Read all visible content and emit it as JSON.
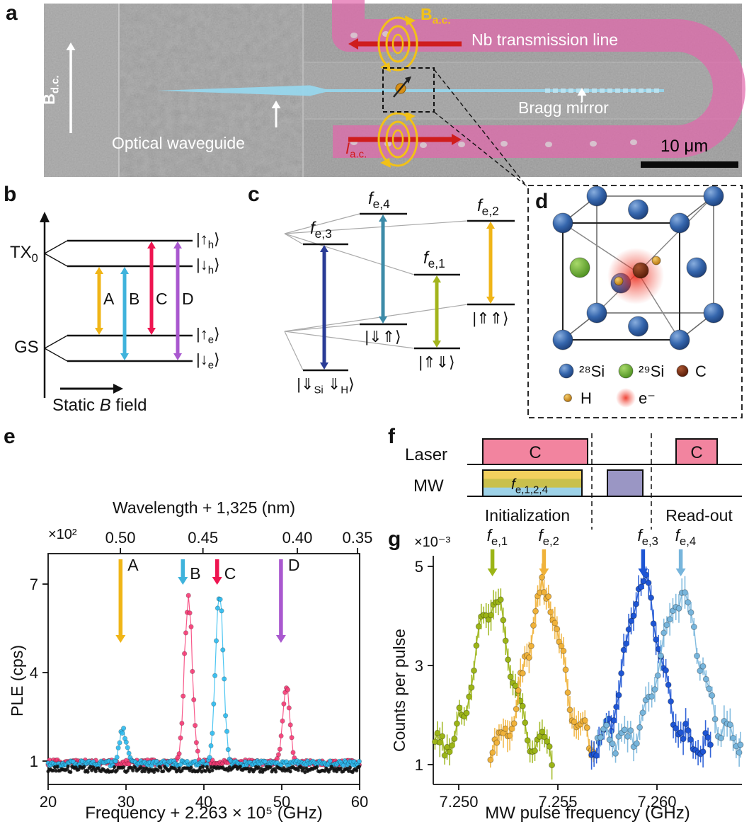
{
  "panels": {
    "a": "a",
    "b": "b",
    "c": "c",
    "d": "d",
    "e": "e",
    "f": "f",
    "g": "g"
  },
  "panel_a": {
    "b_dc": {
      "main": "B",
      "sub": "d.c."
    },
    "b_ac": {
      "main": "B",
      "sub": "a.c."
    },
    "i_ac": {
      "main": "I",
      "sub": "a.c."
    },
    "nb_line": "Nb transmission line",
    "bragg_mirror": "Bragg mirror",
    "optical_waveguide": "Optical waveguide",
    "scale_bar": "10 μm",
    "colors": {
      "transmission_line": "#e268ac",
      "waveguide": "#97d6ec",
      "arrow_red": "#cf1d1d",
      "loop_yellow": "#f2c117"
    }
  },
  "panel_b": {
    "tx0": {
      "main": "TX",
      "sub": "0"
    },
    "gs": "GS",
    "static_field": {
      "pre": "Static ",
      "b": "B",
      "post": " field"
    },
    "kets": {
      "up_h": {
        "pre": "|↑",
        "sub": "h",
        "post": "⟩"
      },
      "down_h": {
        "pre": "|↓",
        "sub": "h",
        "post": "⟩"
      },
      "up_e": {
        "pre": "|↑",
        "sub": "e",
        "post": "⟩"
      },
      "down_e": {
        "pre": "|↓",
        "sub": "e",
        "post": "⟩"
      }
    },
    "transitions": [
      {
        "label": "A",
        "color": "#f0b517"
      },
      {
        "label": "B",
        "color": "#3fb3dc"
      },
      {
        "label": "C",
        "color": "#ee1450"
      },
      {
        "label": "D",
        "color": "#a958cf"
      }
    ]
  },
  "panel_c": {
    "transitions": [
      {
        "label_main": "f",
        "label_sub": "e,3",
        "color": "#2a3c96"
      },
      {
        "label_main": "f",
        "label_sub": "e,4",
        "color": "#3d8ba8"
      },
      {
        "label_main": "f",
        "label_sub": "e,1",
        "color": "#a3b41c"
      },
      {
        "label_main": "f",
        "label_sub": "e,2",
        "color": "#f0b517"
      }
    ],
    "kets": [
      {
        "parts": [
          {
            "t": "|⇓"
          },
          {
            "t": "Si",
            "sub": true
          },
          {
            "t": " ⇓"
          },
          {
            "t": "H",
            "sub": true
          },
          {
            "t": "⟩"
          }
        ]
      },
      {
        "parts": [
          {
            "t": "|⇓⇑⟩"
          }
        ]
      },
      {
        "parts": [
          {
            "t": "|⇑⇓⟩"
          }
        ]
      },
      {
        "parts": [
          {
            "t": "|⇑⇑⟩"
          }
        ]
      }
    ]
  },
  "panel_d": {
    "legend": [
      {
        "label": "²⁸Si",
        "kind": "si-blue"
      },
      {
        "label": "²⁹Si",
        "kind": "si-green"
      },
      {
        "label": "C",
        "kind": "carbon"
      },
      {
        "label": "H",
        "kind": "hydrogen"
      },
      {
        "label": "e⁻",
        "kind": "electron-glow"
      }
    ]
  },
  "panel_f": {
    "rows": {
      "laser": "Laser",
      "mw": "MW"
    },
    "laser_pulse_label": "C",
    "mw_pulse_label": {
      "main": "f",
      "sub": "e,1,2,4"
    },
    "phases": {
      "init": "Initialization",
      "readout": "Read-out"
    },
    "colors": {
      "laser": "#f2849f",
      "mw_stripes": [
        "#f2d05e",
        "#c9c04c",
        "#9dd2e8"
      ],
      "mw_pulse2": "#9a96c4"
    }
  },
  "chart_data": [
    {
      "id": "ple-spectrum",
      "type": "scatter",
      "xlabel": "Frequency + 2.263 × 10⁵ (GHz)",
      "ylabel": "PLE (cps)",
      "y_scale": "×10²",
      "top_axis": {
        "label": "Wavelength + 1,325 (nm)",
        "ticks": [
          {
            "label": "0.50",
            "frac": 0.232
          },
          {
            "label": "0.45",
            "frac": 0.497
          },
          {
            "label": "0.40",
            "frac": 0.8
          },
          {
            "label": "0.35",
            "frac": 0.993
          }
        ]
      },
      "xlim": [
        20,
        60
      ],
      "xticks": [
        20,
        30,
        40,
        50,
        60
      ],
      "ylim": [
        0.2,
        8.0
      ],
      "yticks": [
        1,
        4,
        7
      ],
      "grid": false,
      "series": [
        {
          "name": "pink-trace-transitions-A-C",
          "color": "#f73d77",
          "baseline": 0.95,
          "noise": 0.09,
          "dot_r": 3.2,
          "peaks": [
            {
              "center": 38.0,
              "height": 5.6,
              "sigma": 0.5
            },
            {
              "center": 50.6,
              "height": 2.6,
              "sigma": 0.45
            }
          ]
        },
        {
          "name": "blue-trace-transitions-B-D",
          "color": "#2ebcf0",
          "baseline": 0.92,
          "noise": 0.09,
          "dot_r": 3.2,
          "peaks": [
            {
              "center": 29.6,
              "height": 1.15,
              "sigma": 0.45
            },
            {
              "center": 42.0,
              "height": 6.05,
              "sigma": 0.5
            }
          ]
        },
        {
          "name": "black-reference",
          "color": "#141414",
          "baseline": 0.72,
          "noise": 0.1,
          "dot_r": 2.4,
          "peaks": []
        }
      ],
      "annotations": [
        {
          "label": "A",
          "color": "#f0b517",
          "x": 29.3,
          "arrow": "long"
        },
        {
          "label": "B",
          "color": "#3fb3dc",
          "x": 37.3,
          "arrow": "short"
        },
        {
          "label": "C",
          "color": "#ee1450",
          "x": 41.7,
          "arrow": "short"
        },
        {
          "label": "D",
          "color": "#a958cf",
          "x": 49.9,
          "arrow": "long"
        }
      ]
    },
    {
      "id": "mw-spectroscopy",
      "type": "scatter-errorbar",
      "xlabel": "MW pulse frequency (GHz)",
      "ylabel": "Counts per pulse",
      "y_scale": "×10⁻³",
      "xlim": [
        7.2487,
        7.2643
      ],
      "xticks": [
        {
          "value": 7.25,
          "label": "7.250"
        },
        {
          "value": 7.255,
          "label": "7.255"
        },
        {
          "value": 7.26,
          "label": "7.260"
        }
      ],
      "ylim": [
        0.55,
        5.15
      ],
      "yticks": [
        1,
        3,
        5
      ],
      "grid": false,
      "series": [
        {
          "name": "f_e,1",
          "color": "#9cb517",
          "center": 7.2517,
          "height": 3.0,
          "sigma": 0.00085,
          "baseline": 1.35,
          "range": [
            7.2488,
            7.2547
          ]
        },
        {
          "name": "f_e,2",
          "color": "#f0b23a",
          "center": 7.2543,
          "height": 3.05,
          "sigma": 0.00085,
          "baseline": 1.4,
          "range": [
            7.2516,
            7.2568
          ]
        },
        {
          "name": "f_e,3",
          "color": "#1e55d4",
          "center": 7.2593,
          "height": 3.3,
          "sigma": 0.00085,
          "baseline": 1.35,
          "range": [
            7.2567,
            7.2627
          ]
        },
        {
          "name": "f_e,4",
          "color": "#77b5dc",
          "center": 7.2612,
          "height": 2.85,
          "sigma": 0.00095,
          "baseline": 1.5,
          "range": [
            7.257,
            7.2643
          ]
        }
      ],
      "annotations": [
        {
          "label_main": "f",
          "label_sub": "e,1",
          "color": "#9cb517",
          "x": 7.2517
        },
        {
          "label_main": "f",
          "label_sub": "e,2",
          "color": "#f0b23a",
          "x": 7.2543
        },
        {
          "label_main": "f",
          "label_sub": "e,3",
          "color": "#1e55d4",
          "x": 7.2593
        },
        {
          "label_main": "f",
          "label_sub": "e,4",
          "color": "#77b5dc",
          "x": 7.2612
        }
      ]
    }
  ]
}
